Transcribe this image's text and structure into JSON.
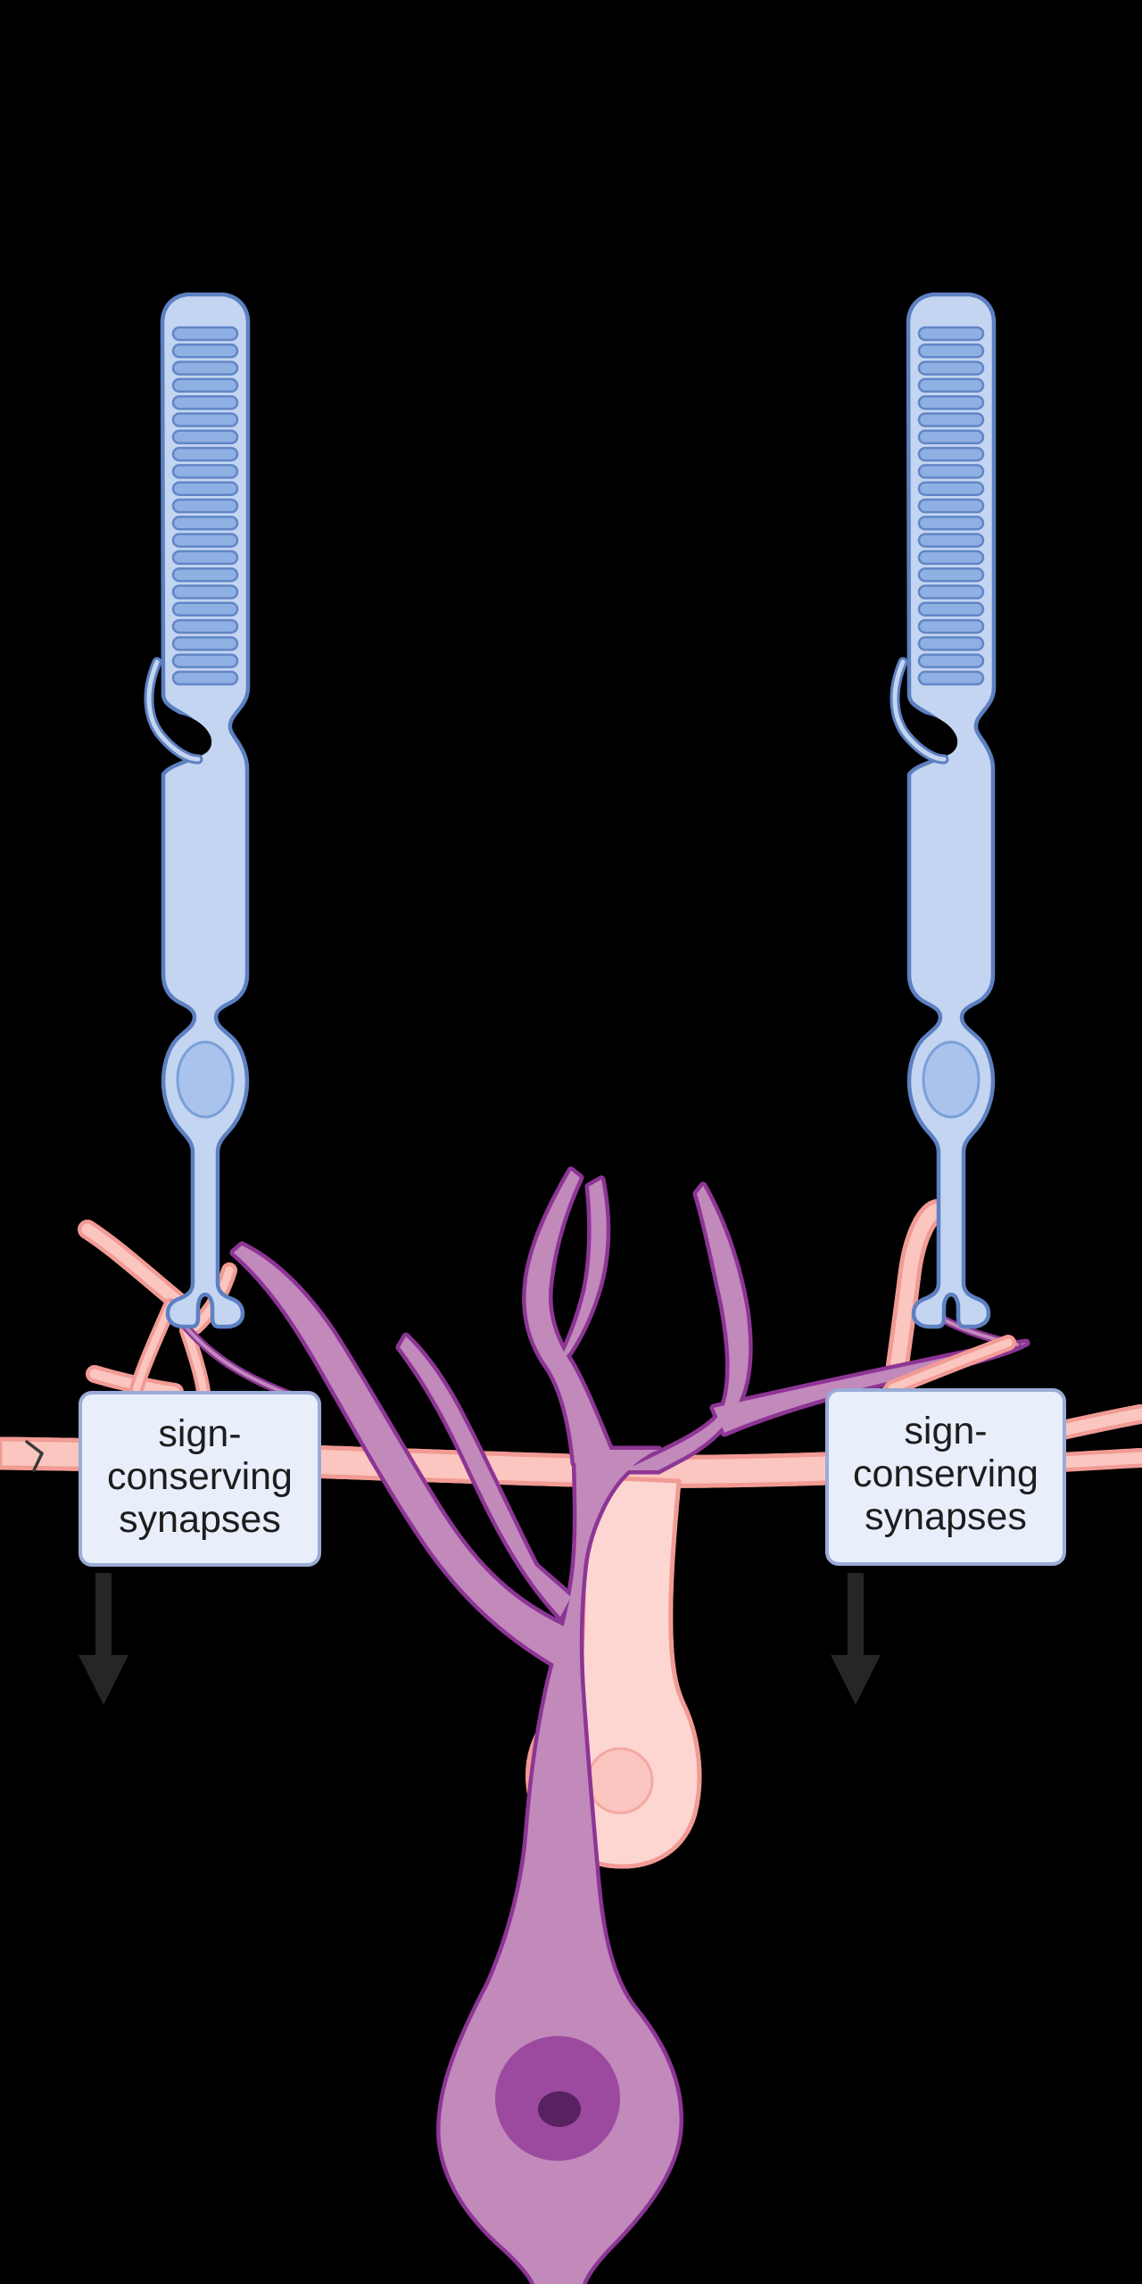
{
  "diagram": {
    "background_color": "#000000",
    "outer_segment_disc_count": 21,
    "annotations": [
      {
        "id": "left",
        "lines": [
          "sign-",
          "conserving",
          "synapses"
        ],
        "icon": "down-arrow-icon"
      },
      {
        "id": "right",
        "lines": [
          "sign-",
          "conserving",
          "synapses"
        ],
        "icon": "down-arrow-icon"
      }
    ],
    "palette": {
      "photoreceptor_fill": "#c3d5f1",
      "photoreceptor_stroke": "#5d80c2",
      "disc_fill": "#8fb0e2",
      "disc_stroke": "#6286c6",
      "photoreceptor_nucleus_fill": "#a9c3ec",
      "photoreceptor_nucleus_stroke": "#7ba0d8",
      "horizontal_cell_fill": "#fbc6c0",
      "horizontal_cell_stroke": "#f19b94",
      "horizontal_cell_soma_fill": "#fdd6d2",
      "bipolar_cell_fill": "#c289bb",
      "bipolar_cell_stroke": "#8d3595",
      "bipolar_nucleus_fill": "#9b4aa0",
      "bipolar_nucleolus_fill": "#58215f",
      "label_box_fill": "#e9eefb",
      "label_box_stroke": "#9aabd6",
      "label_text_color": "#1d1d1d",
      "arrow_color": "#262626"
    }
  }
}
